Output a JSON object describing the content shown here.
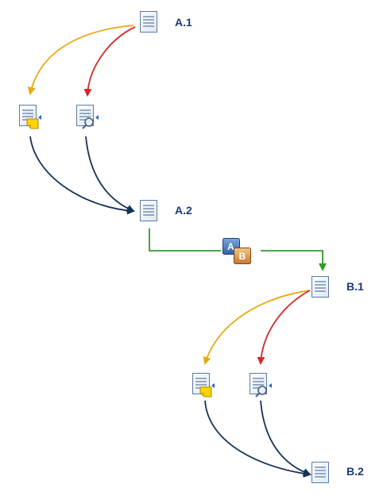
{
  "diagram": {
    "nodes": [
      {
        "id": "a1",
        "label": "A.1",
        "icon": "document-icon"
      },
      {
        "id": "a1-yellow",
        "label": "",
        "icon": "document-with-yellow-note-icon"
      },
      {
        "id": "a1-review",
        "label": "",
        "icon": "document-with-magnifier-icon"
      },
      {
        "id": "a2",
        "label": "A.2",
        "icon": "document-icon"
      },
      {
        "id": "transform",
        "label": "",
        "icon": "a-to-b-transform-icon"
      },
      {
        "id": "b1",
        "label": "B.1",
        "icon": "document-icon"
      },
      {
        "id": "b1-yellow",
        "label": "",
        "icon": "document-with-yellow-note-icon"
      },
      {
        "id": "b1-review",
        "label": "",
        "icon": "document-with-magnifier-icon"
      },
      {
        "id": "b2",
        "label": "B.2",
        "icon": "document-icon"
      }
    ],
    "transform_letters": {
      "from": "A",
      "to": "B"
    },
    "colors": {
      "yellow_edge": "#e8a913",
      "red_edge": "#d42a2a",
      "navy_edge": "#143354",
      "green_edge": "#2e9a2e",
      "label_text": "#1c3a78"
    }
  }
}
